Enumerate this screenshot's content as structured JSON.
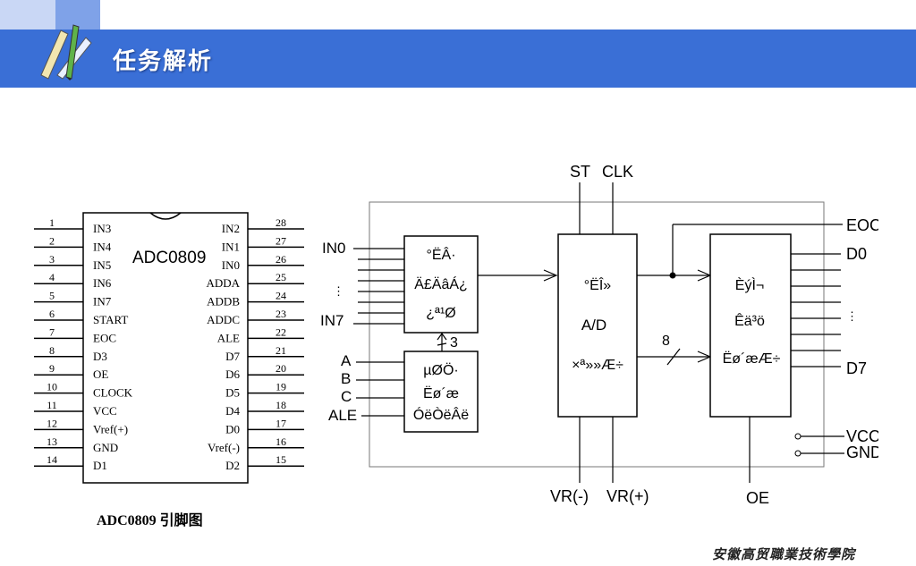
{
  "header": {
    "title": "任务解析"
  },
  "chip": {
    "name": "ADC0809",
    "caption": "ADC0809 引脚图",
    "left_pins": [
      {
        "no": "1",
        "label": "IN3"
      },
      {
        "no": "2",
        "label": "IN4"
      },
      {
        "no": "3",
        "label": "IN5"
      },
      {
        "no": "4",
        "label": "IN6"
      },
      {
        "no": "5",
        "label": "IN7"
      },
      {
        "no": "6",
        "label": "START"
      },
      {
        "no": "7",
        "label": "EOC"
      },
      {
        "no": "8",
        "label": "D3"
      },
      {
        "no": "9",
        "label": "OE"
      },
      {
        "no": "10",
        "label": "CLOCK"
      },
      {
        "no": "11",
        "label": "VCC"
      },
      {
        "no": "12",
        "label": "Vref(+)"
      },
      {
        "no": "13",
        "label": "GND"
      },
      {
        "no": "14",
        "label": "D1"
      }
    ],
    "right_pins": [
      {
        "no": "28",
        "label": "IN2"
      },
      {
        "no": "27",
        "label": "IN1"
      },
      {
        "no": "26",
        "label": "IN0"
      },
      {
        "no": "25",
        "label": "ADDA"
      },
      {
        "no": "24",
        "label": "ADDB"
      },
      {
        "no": "23",
        "label": "ADDC"
      },
      {
        "no": "22",
        "label": "ALE"
      },
      {
        "no": "21",
        "label": "D7"
      },
      {
        "no": "20",
        "label": "D6"
      },
      {
        "no": "19",
        "label": "D5"
      },
      {
        "no": "18",
        "label": "D4"
      },
      {
        "no": "17",
        "label": "D0"
      },
      {
        "no": "16",
        "label": "Vref(-)"
      },
      {
        "no": "15",
        "label": "D2"
      }
    ]
  },
  "block": {
    "in0": "IN0",
    "in7": "IN7",
    "a": "A",
    "b": "B",
    "c": "C",
    "ale": "ALE",
    "mux": [
      "°ËÂ·",
      "Ä£ÄâÁ¿",
      "¿ª¹Ø"
    ],
    "mux_bus": "3",
    "decoder": [
      "µØÖ·",
      "Ëø´æ",
      "ÓëÒëÂë"
    ],
    "adc": [
      "°ËÎ»",
      "A/D",
      "×ª»»Æ÷"
    ],
    "latch": [
      "ÈýÌ¬",
      "Êä³ö",
      "Ëø´æÆ÷"
    ],
    "st": "ST",
    "clk": "CLK",
    "bus_width": "8",
    "eoc": "EOC",
    "d0": "D0",
    "d7": "D7",
    "vcc": "VCC",
    "gnd": "GND",
    "vrm": "VR(-)",
    "vrp": "VR(+)",
    "oe": "OE"
  },
  "footer": {
    "school": "安徽高贸職業技術學院"
  }
}
